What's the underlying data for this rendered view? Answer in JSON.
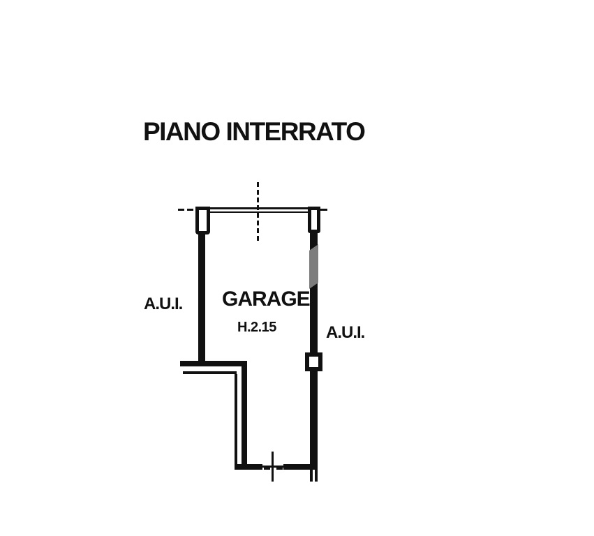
{
  "title": "PIANO INTERRATO",
  "plan": {
    "room": {
      "name": "GARAGE",
      "height_label": "H.2.15"
    },
    "labels": {
      "aui_left": "A.U.I.",
      "aui_right": "A.U.I."
    }
  },
  "colors": {
    "ink": "#111111",
    "watermark_gray": "#7d7d7d",
    "paper": "#ffffff"
  }
}
